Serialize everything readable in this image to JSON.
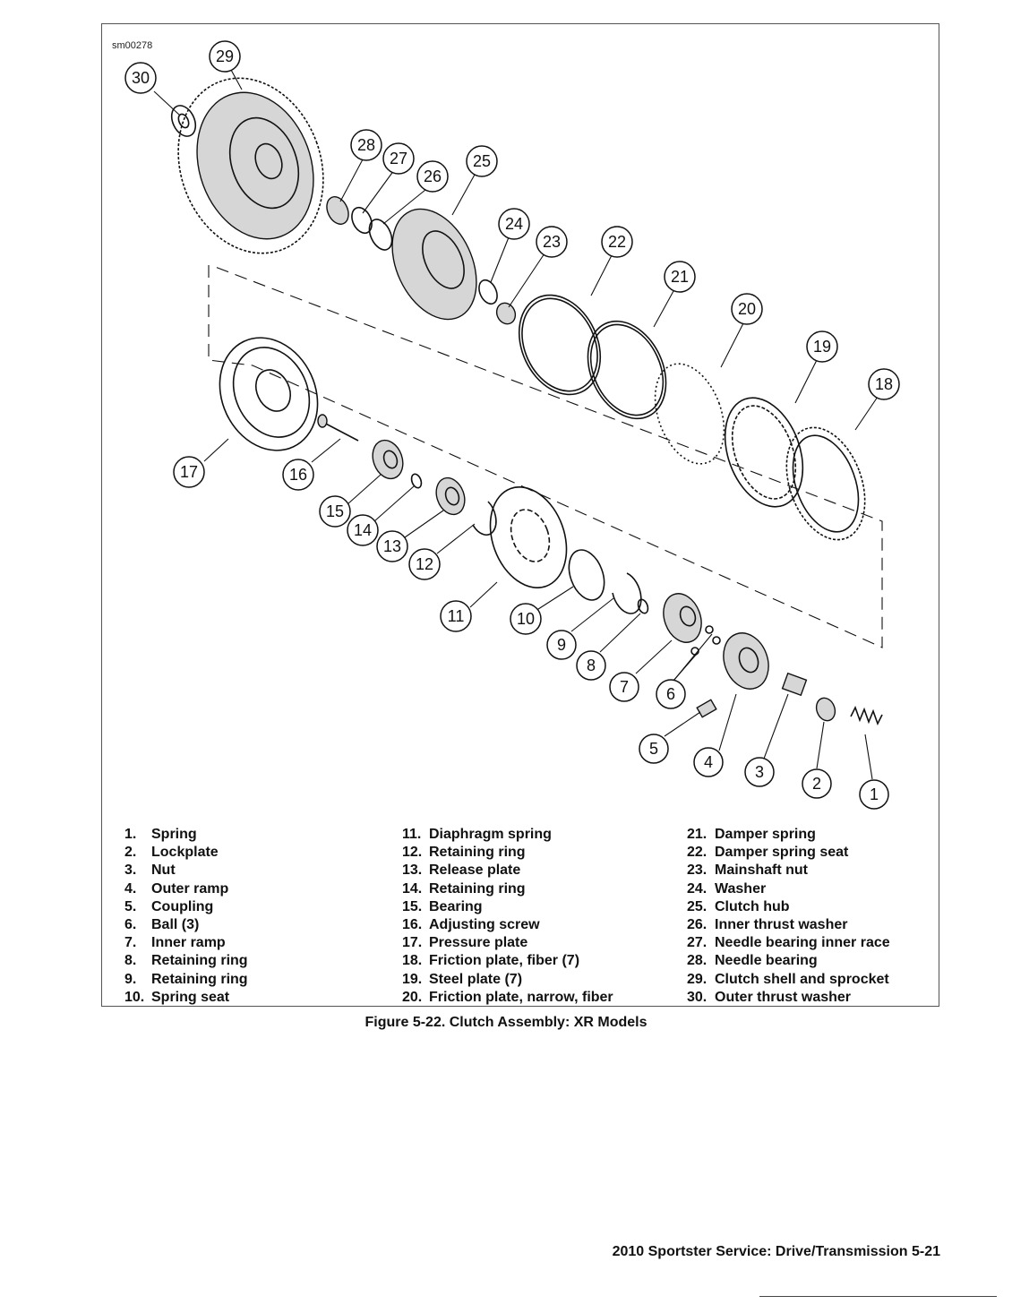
{
  "figure": {
    "code": "sm00278",
    "caption": "Figure 5-22. Clutch Assembly: XR Models",
    "callouts": [
      "1",
      "2",
      "3",
      "4",
      "5",
      "6",
      "7",
      "8",
      "9",
      "10",
      "11",
      "12",
      "13",
      "14",
      "15",
      "16",
      "17",
      "18",
      "19",
      "20",
      "21",
      "22",
      "23",
      "24",
      "25",
      "26",
      "27",
      "28",
      "29",
      "30"
    ]
  },
  "legend": {
    "col1": [
      {
        "num": "1.",
        "label": "Spring"
      },
      {
        "num": "2.",
        "label": "Lockplate"
      },
      {
        "num": "3.",
        "label": "Nut"
      },
      {
        "num": "4.",
        "label": "Outer ramp"
      },
      {
        "num": "5.",
        "label": "Coupling"
      },
      {
        "num": "6.",
        "label": "Ball (3)"
      },
      {
        "num": "7.",
        "label": "Inner ramp"
      },
      {
        "num": "8.",
        "label": "Retaining ring"
      },
      {
        "num": "9.",
        "label": "Retaining ring"
      },
      {
        "num": "10.",
        "label": "Spring seat"
      }
    ],
    "col2": [
      {
        "num": "11.",
        "label": "Diaphragm spring"
      },
      {
        "num": "12.",
        "label": "Retaining ring"
      },
      {
        "num": "13.",
        "label": "Release plate"
      },
      {
        "num": "14.",
        "label": "Retaining ring"
      },
      {
        "num": "15.",
        "label": "Bearing"
      },
      {
        "num": "16.",
        "label": "Adjusting screw"
      },
      {
        "num": "17.",
        "label": "Pressure plate"
      },
      {
        "num": "18.",
        "label": "Friction plate, fiber (7)"
      },
      {
        "num": "19.",
        "label": "Steel plate (7)"
      },
      {
        "num": "20.",
        "label": "Friction plate, narrow, fiber"
      }
    ],
    "col3": [
      {
        "num": "21.",
        "label": "Damper spring"
      },
      {
        "num": "22.",
        "label": "Damper spring seat"
      },
      {
        "num": "23.",
        "label": "Mainshaft nut"
      },
      {
        "num": "24.",
        "label": "Washer"
      },
      {
        "num": "25.",
        "label": "Clutch hub"
      },
      {
        "num": "26.",
        "label": "Inner thrust washer"
      },
      {
        "num": "27.",
        "label": "Needle bearing inner race"
      },
      {
        "num": "28.",
        "label": "Needle bearing"
      },
      {
        "num": "29.",
        "label": "Clutch shell and sprocket"
      },
      {
        "num": "30.",
        "label": "Outer thrust washer"
      }
    ]
  },
  "footer": {
    "text": "2010 Sportster Service: Drive/Transmission  5-21"
  }
}
